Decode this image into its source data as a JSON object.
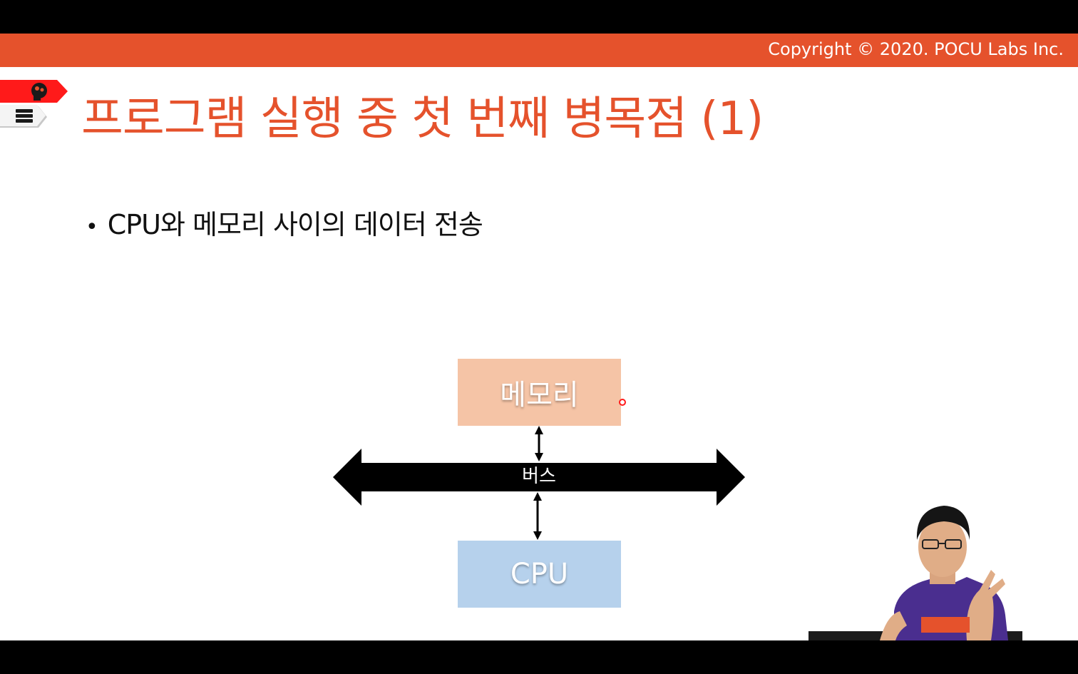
{
  "header": {
    "copyright": "Copyright © 2020. POCU Labs Inc."
  },
  "slide": {
    "title": "프로그램 실행 중 첫 번째 병목점 (1)",
    "bullets": [
      "CPU와 메모리 사이의 데이터 전송"
    ]
  },
  "diagram": {
    "memory_label": "메모리",
    "bus_label": "버스",
    "cpu_label": "CPU"
  },
  "colors": {
    "accent": "#e5522c",
    "memory_box": "#f5c4a6",
    "cpu_box": "#b6d1ec",
    "bus": "#000000"
  },
  "icons": {
    "red_tag": "head-gears-icon",
    "gray_tag": "stacked-books-icon"
  }
}
